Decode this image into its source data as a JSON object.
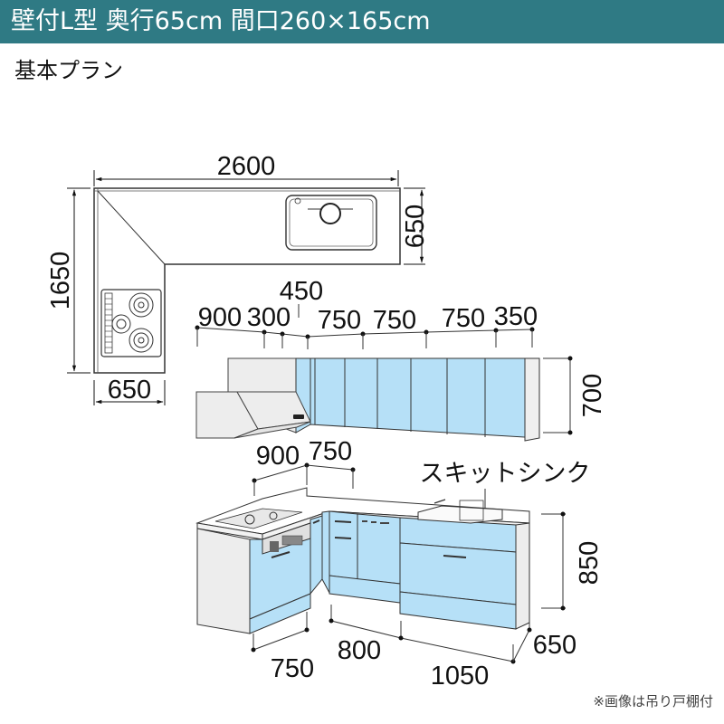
{
  "header": {
    "title": "壁付L型 奥行65cm 間口260×165cm",
    "background_color": "#2f7a84"
  },
  "plan": {
    "subtitle": "基本プラン"
  },
  "top_view": {
    "width_label": "2600",
    "depth_right_label": "650",
    "side_length_label": "1650",
    "side_depth_label": "650",
    "sink_icon": "sink-icon",
    "cooktop_icon": "gas-cooktop-icon"
  },
  "wall_cabinet": {
    "segment_labels": [
      "900",
      "300",
      "450",
      "750",
      "750",
      "750",
      "350"
    ],
    "height_label": "700",
    "door_color": "#b6e0f7"
  },
  "base_cabinet": {
    "top_labels": [
      "900",
      "750"
    ],
    "sink_label": "スキットシンク",
    "height_label": "850",
    "bottom_labels": [
      "750",
      "800",
      "1050",
      "650"
    ],
    "door_color": "#b6e0f7"
  },
  "footer": {
    "note": "※画像は吊り戸棚付"
  }
}
